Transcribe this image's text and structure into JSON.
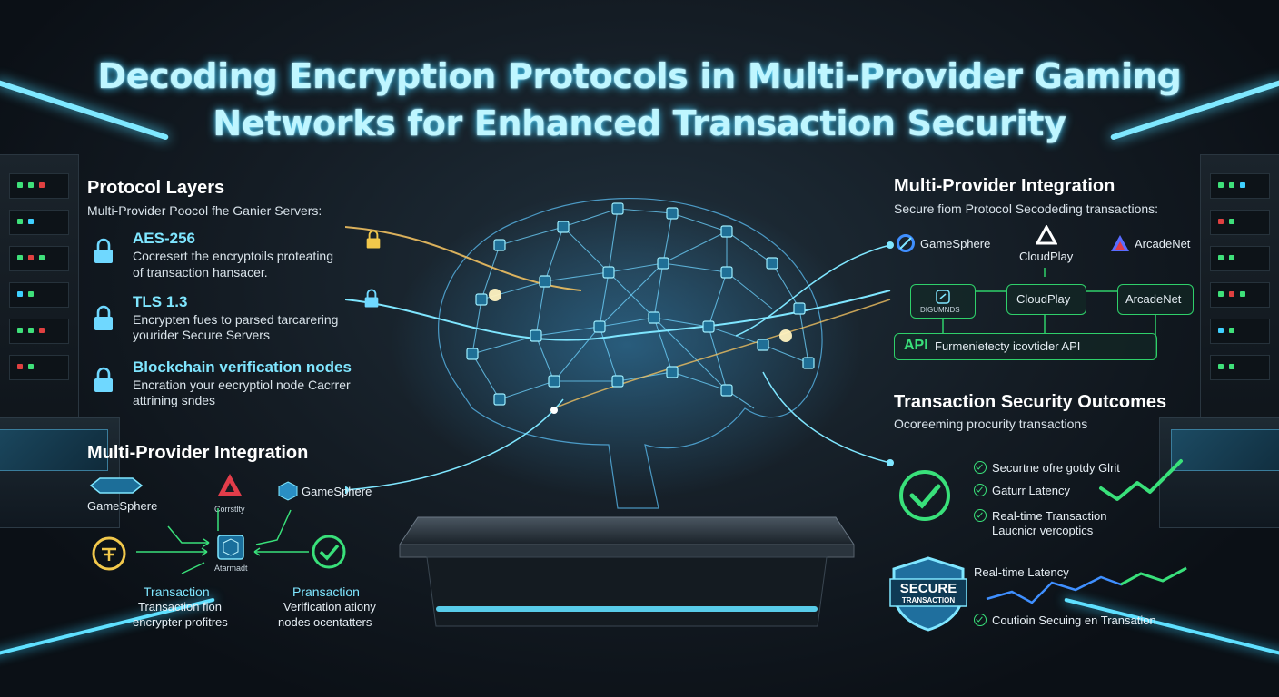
{
  "title_line1": "Decoding Encryption Protocols in Multi-Provider Gaming",
  "title_line2": "Networks for Enhanced Transaction Security",
  "left": {
    "protocol_layers": {
      "heading": "Protocol Layers",
      "subheading": "Multi-Provider Poocol fhe Ganier Servers:",
      "layers": [
        {
          "name": "AES-256",
          "desc1": "Cocresert the encryptoils proteating",
          "desc2": "of transaction hansacer."
        },
        {
          "name": "TLS 1.3",
          "desc1": "Encrypten fues to parsed tarcarering",
          "desc2": "yourider Secure Servers"
        },
        {
          "name": "Blockchain verification nodes",
          "desc1": "Encration your eecryptiol node Cacrrer",
          "desc2": "attrining sndes"
        }
      ]
    },
    "integration": {
      "heading": "Multi-Provider Integration",
      "gamesphere_left": "GameSphere",
      "center_top_label": "Corrstlty",
      "gamesphere_right": "GameSphere",
      "hub_label": "Atarmadt",
      "transaction_title": "Transaction",
      "transaction_desc1": "Transaction fion",
      "transaction_desc2": "encrypter profitres",
      "verify_title": "Pransaction",
      "verify_desc1": "Verification ationy",
      "verify_desc2": "nodes ocentatters"
    }
  },
  "right": {
    "integration": {
      "heading": "Multi-Provider Integration",
      "subheading": "Secure fiom Protocol Secodeding transactions:",
      "providers": [
        "GameSphere",
        "CloudPlay",
        "ArcadeNet"
      ],
      "box_left_label": "DIGUMNDS",
      "box_center": "CloudPlay",
      "box_right": "ArcadeNet",
      "api_tag": "API",
      "api_text": "Furmenietecty icovticler API"
    },
    "outcomes": {
      "heading": "Transaction Security Outcomes",
      "subheading": "Ocoreeming procurity transactions",
      "items": [
        "Securtne ofre gotdy Glrit",
        "Gaturr Latency",
        "Real-time Transaction",
        "Laucnicr vercoptics"
      ],
      "latency_label": "Real-time Latency",
      "final_item": "Coutioin Secuing en Transation",
      "badge_line1": "SECURE",
      "badge_line2": "TRANSACTION"
    }
  },
  "colors": {
    "accent_cyan": "#7fe6ff",
    "accent_green": "#39e07a",
    "title_glow": "#3fd0ff"
  }
}
